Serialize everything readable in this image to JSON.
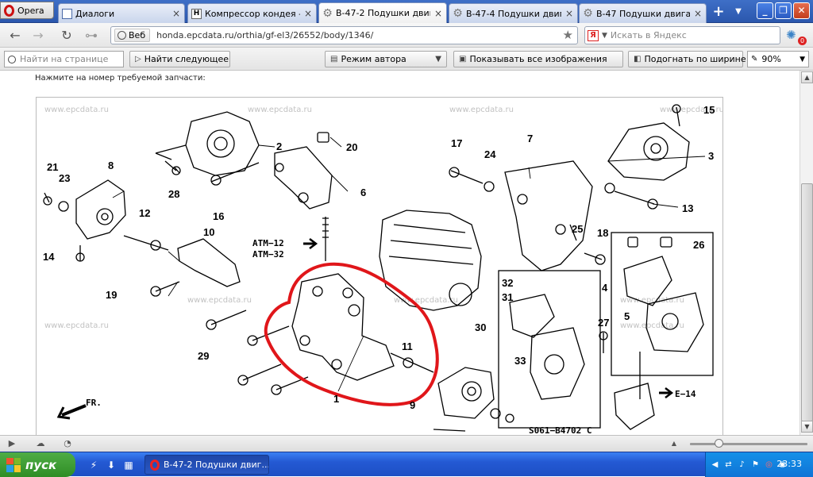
{
  "tabbar": {
    "opera_menu_label": "Opera",
    "tabs": [
      {
        "label": "Диалоги",
        "icon": "page-icon",
        "active": false
      },
      {
        "label": "Компрессор кондея - ...",
        "icon": "honda-icon",
        "active": false
      },
      {
        "label": "B-47-2 Подушки двиг...",
        "icon": "gear-icon",
        "active": true
      },
      {
        "label": "B-47-4 Подушки двиг...",
        "icon": "gear-icon",
        "active": false
      },
      {
        "label": "B-47 Подушки двигат...",
        "icon": "gear-icon",
        "active": false
      }
    ],
    "close_glyph": "×",
    "new_tab_glyph": "+",
    "tab_menu_glyph": "▼",
    "minimize_glyph": "_",
    "maximize_glyph": "❐",
    "close_window_glyph": "✕"
  },
  "addressbar": {
    "back_glyph": "←",
    "forward_glyph": "→",
    "reload_glyph": "↻",
    "key_glyph": "⊶",
    "web_badge": "Веб",
    "url": "honda.epcdata.ru/orthia/gf-el3/26552/body/1346/",
    "star_glyph": "★",
    "search_engine_glyph": "Я",
    "search_dropdown_glyph": "▼",
    "search_placeholder": "Искать в Яндекс",
    "extension_glyph": "✺",
    "extension_badge": "0"
  },
  "toolbar": {
    "find_placeholder": "Найти на странице",
    "find_next_label": "Найти следующее",
    "find_next_glyph": "▷",
    "author_mode_label": "Режим автора",
    "author_mode_glyph": "▤",
    "author_mode_dropdown": "▼",
    "show_images_label": "Показывать все изображения",
    "show_images_glyph": "▣",
    "fit_width_label": "Подогнать по ширине",
    "fit_width_glyph": "◧",
    "zoom_value": "90%",
    "zoom_dropdown": "▼"
  },
  "page": {
    "instruction": "Нажмите на номер требуемой запчасти:"
  },
  "diagram": {
    "watermark": "www.epcdata.ru",
    "callouts": [
      "1",
      "2",
      "3",
      "4",
      "5",
      "6",
      "7",
      "8",
      "9",
      "10",
      "11",
      "12",
      "13",
      "14",
      "15",
      "16",
      "17",
      "18",
      "19",
      "20",
      "21",
      "23",
      "24",
      "25",
      "26",
      "27",
      "28",
      "29",
      "30",
      "31",
      "32",
      "33"
    ],
    "extra_labels": [
      "ATM−12",
      "ATM−32",
      "E−14",
      "FR.",
      "S061−B4702 C"
    ],
    "highlight_color": "#e0161a"
  },
  "scrollbar": {
    "up_glyph": "▲",
    "down_glyph": "▼"
  },
  "statusbar": {
    "panel_glyph": "▶",
    "cloud_glyph": "☁",
    "speed_glyph": "◔",
    "zoom_up_glyph": "▲",
    "zoom_level_percent": 90
  },
  "taskbar": {
    "start_label": "пуск",
    "quicklaunch": [
      "⚡",
      "⬇",
      "▦"
    ],
    "task_label": "B-47-2 Подушки двиг...",
    "tray": [
      "◀",
      "⇄",
      "♪",
      "⚑",
      "◎",
      "◉"
    ],
    "clock": "23:33"
  }
}
